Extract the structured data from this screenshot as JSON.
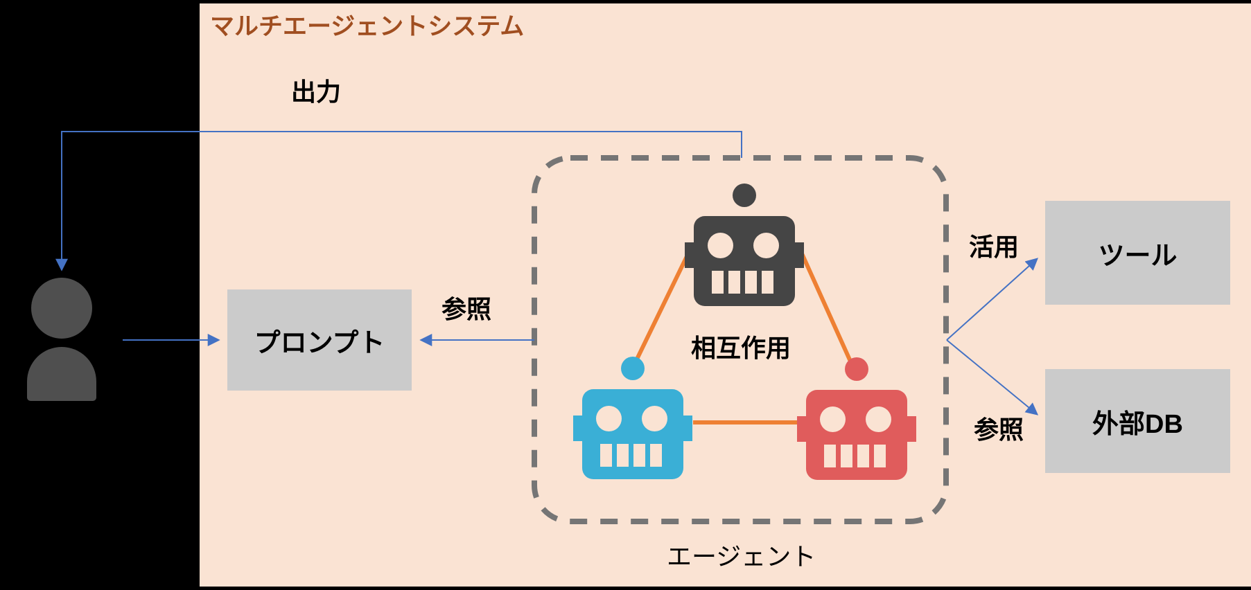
{
  "header": {
    "title": "マルチエージェントシステム"
  },
  "labels": {
    "output": "出力",
    "reference_prompt": "参照",
    "interaction": "相互作用",
    "agents_caption": "エージェント",
    "utilize": "活用",
    "reference_db": "参照"
  },
  "boxes": {
    "prompt": "プロンプト",
    "tool": "ツール",
    "external_db": "外部DB"
  },
  "icons": {
    "user": "user-silhouette-icon",
    "robot_top": "robot-icon-dark",
    "robot_bottom_left": "robot-icon-blue",
    "robot_bottom_right": "robot-icon-red"
  },
  "colors": {
    "canvas_background": "#000000",
    "panel_background": "#fae3d3",
    "title_text": "#a04e20",
    "label_text": "#000000",
    "box_fill": "#cbcbcb",
    "connector_blue": "#4472c4",
    "robot_link_orange": "#ee8033",
    "group_border_gray": "#757575",
    "robot_dark": "#454545",
    "robot_blue": "#3aafd6",
    "robot_red": "#e05c5c",
    "user_silhouette": "#4f4f4f"
  }
}
